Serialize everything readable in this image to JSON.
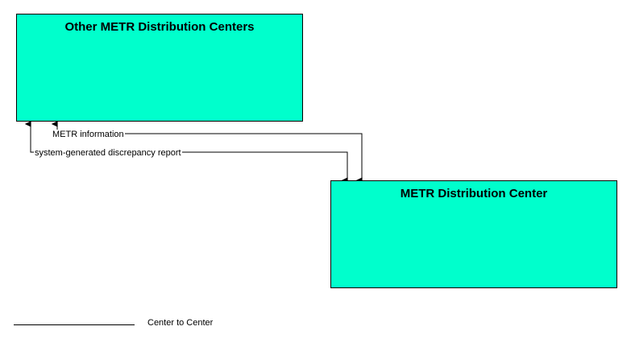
{
  "diagram": {
    "type": "context-flow-diagram",
    "background_color": "#ffffff",
    "node_fill_color": "#00ffcc",
    "line_color": "#000000",
    "nodes": [
      {
        "id": "other-metr-distribution-centers",
        "label": "Other METR Distribution Centers"
      },
      {
        "id": "metr-distribution-center",
        "label": "METR Distribution Center"
      }
    ],
    "flows": [
      {
        "id": "metr-information",
        "label": "METR information",
        "from": "metr-distribution-center",
        "to": "other-metr-distribution-centers"
      },
      {
        "id": "system-generated-discrepancy-report",
        "label": "system-generated discrepancy report",
        "from": "metr-distribution-center",
        "to": "other-metr-distribution-centers"
      }
    ],
    "legend": {
      "label": "Center to Center"
    }
  }
}
